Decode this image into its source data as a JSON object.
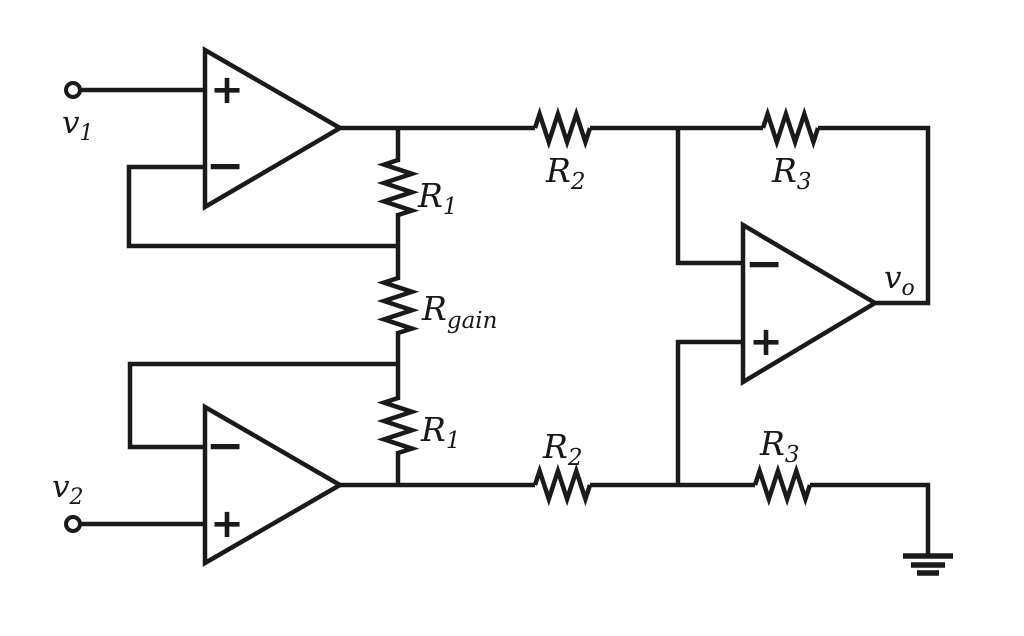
{
  "colors": {
    "wire": "#1a1a1a",
    "label": "#17171c",
    "background": "#ffffff"
  },
  "labels": {
    "v1": {
      "main": "v",
      "sub": "1"
    },
    "v2": {
      "main": "v",
      "sub": "2"
    },
    "vo": {
      "main": "v",
      "sub": "o"
    },
    "r1_top": {
      "main": "R",
      "sub": "1"
    },
    "rgain": {
      "main": "R",
      "sub": "gain"
    },
    "r1_bottom": {
      "main": "R",
      "sub": "1"
    },
    "r2_top": {
      "main": "R",
      "sub": "2"
    },
    "r3_top": {
      "main": "R",
      "sub": "3"
    },
    "r2_bottom": {
      "main": "R",
      "sub": "2"
    },
    "r3_bottom": {
      "main": "R",
      "sub": "3"
    }
  },
  "opamps": [
    {
      "id": "opamp-top-left",
      "top_input": "+",
      "bottom_input": "−"
    },
    {
      "id": "opamp-bottom-left",
      "top_input": "−",
      "bottom_input": "+"
    },
    {
      "id": "opamp-right",
      "top_input": "−",
      "bottom_input": "+"
    }
  ],
  "ground": {
    "bar_count": 3
  }
}
